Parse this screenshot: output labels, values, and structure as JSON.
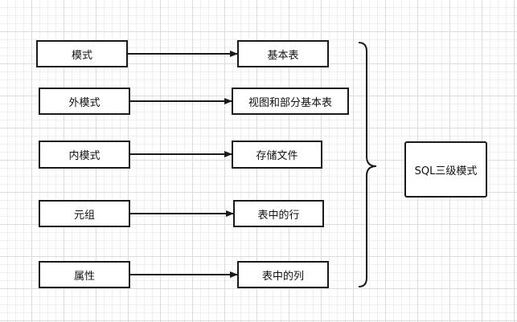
{
  "diagram": {
    "rows": [
      {
        "left": "模式",
        "right": "基本表"
      },
      {
        "left": "外模式",
        "right": "视图和部分基本表"
      },
      {
        "left": "内模式",
        "right": "存储文件"
      },
      {
        "left": "元组",
        "right": "表中的行"
      },
      {
        "left": "属性",
        "right": "表中的列"
      }
    ],
    "summary": "SQL三级模式",
    "colors": {
      "stroke": "#1a1a1a",
      "grid": "#dcdcdc"
    }
  }
}
